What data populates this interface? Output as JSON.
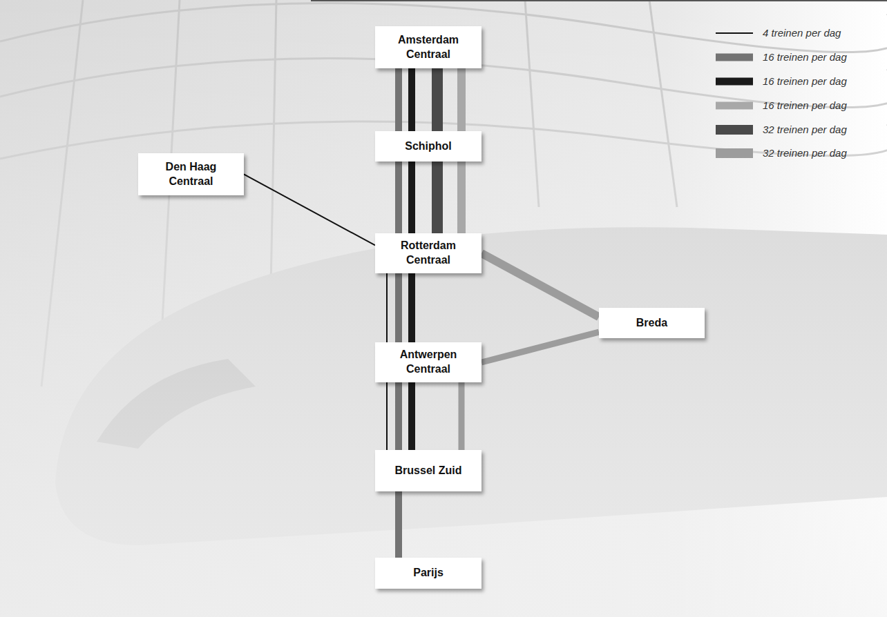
{
  "diagram": {
    "nodes": [
      {
        "text": [
          "Amsterdam Centraal"
        ]
      },
      {
        "text": [
          "Schiphol"
        ]
      },
      {
        "text": [
          "Den Haag Centraal"
        ]
      },
      {
        "text": [
          "Rotterdam Centraal"
        ]
      },
      {
        "text": [
          "Breda"
        ]
      },
      {
        "text": [
          "Antwerpen Centraal"
        ]
      },
      {
        "text": [
          "Brussel Zuid"
        ]
      },
      {
        "text": [
          "Parijs"
        ]
      }
    ],
    "edges": [
      {
        "from": 0,
        "to": 1,
        "arrow": "none"
      },
      {
        "from": 1,
        "to": 3,
        "arrow": "none"
      },
      {
        "from": 3,
        "to": 5,
        "arrow": "none"
      },
      {
        "from": 5,
        "to": 6,
        "arrow": "none"
      },
      {
        "from": 6,
        "to": 7,
        "arrow": "none"
      },
      {
        "from": 0,
        "to": 1,
        "arrow": "none"
      },
      {
        "from": 1,
        "to": 3,
        "arrow": "none"
      },
      {
        "from": 3,
        "to": 5,
        "arrow": "none"
      },
      {
        "from": 5,
        "to": 6,
        "arrow": "none"
      },
      {
        "from": 0,
        "to": 1,
        "arrow": "none"
      },
      {
        "from": 1,
        "to": 3,
        "arrow": "none"
      },
      {
        "from": 0,
        "to": 1,
        "arrow": "none"
      },
      {
        "from": 1,
        "to": 3,
        "arrow": "none"
      },
      {
        "from": 3,
        "to": 4,
        "arrow": "none"
      },
      {
        "from": 4,
        "to": 5,
        "arrow": "none"
      },
      {
        "from": 5,
        "to": 6,
        "arrow": "none"
      },
      {
        "from": 2,
        "to": 3,
        "arrow": "none"
      },
      {
        "from": 3,
        "to": 6,
        "arrow": "none"
      }
    ],
    "legend": [
      {
        "text": "4 treinen per dag"
      },
      {
        "text": "16 treinen per dag",
        "color": "#737373"
      },
      {
        "text": "16 treinen per dag",
        "color": "#1a1a1a"
      },
      {
        "text": "16 treinen per dag",
        "color": "#a8a8a8"
      },
      {
        "text": "32 treinen per dag",
        "color": "#4a4a4a"
      },
      {
        "text": "32 treinen per dag",
        "color": "#9c9c9c"
      }
    ]
  }
}
